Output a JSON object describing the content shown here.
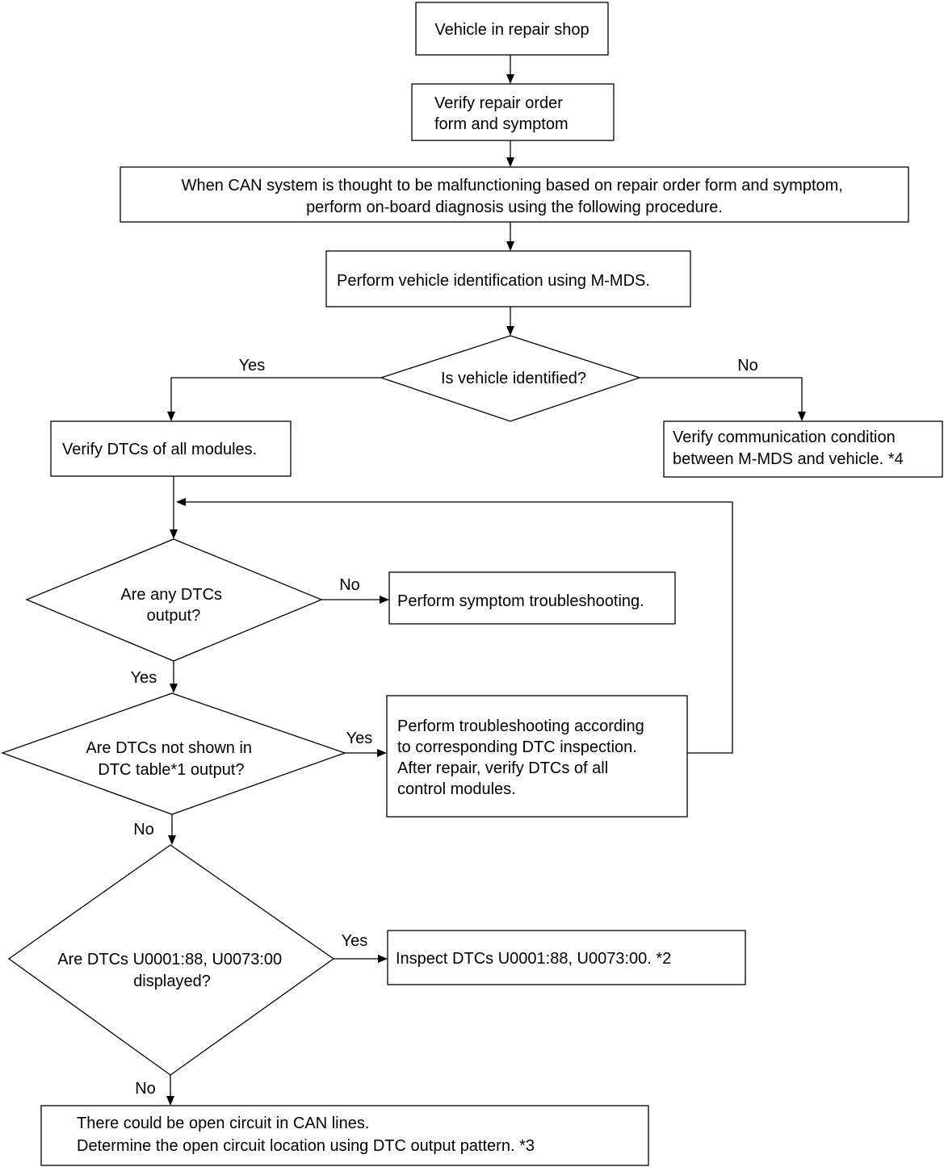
{
  "nodes": {
    "vehicle_in_shop": {
      "lines": [
        "Vehicle in repair shop"
      ]
    },
    "verify_repair_order": {
      "lines": [
        "Verify repair order",
        "form and symptom"
      ]
    },
    "can_malfunction": {
      "lines": [
        "When CAN system is thought to be malfunctioning based on repair order form and symptom,",
        "perform on-board diagnosis using the following procedure."
      ]
    },
    "vehicle_identification": {
      "lines": [
        "Perform vehicle identification using M-MDS."
      ]
    },
    "is_vehicle_identified": {
      "lines": [
        "Is vehicle identified?"
      ]
    },
    "verify_communication": {
      "lines": [
        "Verify communication condition",
        "between M-MDS and vehicle. *4"
      ]
    },
    "verify_dtcs_all": {
      "lines": [
        "Verify DTCs of all modules."
      ]
    },
    "any_dtcs_output": {
      "lines": [
        "Are any DTCs",
        "output?"
      ]
    },
    "symptom_troubleshooting": {
      "lines": [
        "Perform symptom troubleshooting."
      ]
    },
    "dtcs_not_in_table": {
      "lines": [
        "Are DTCs not shown in",
        "DTC table*1 output?"
      ]
    },
    "dtc_inspection": {
      "lines": [
        "Perform troubleshooting according",
        "to corresponding DTC inspection.",
        "After repair, verify DTCs of all",
        "control modules."
      ]
    },
    "u0001_displayed": {
      "lines": [
        "Are DTCs U0001:88, U0073:00",
        "displayed?"
      ]
    },
    "inspect_u0001": {
      "lines": [
        "Inspect DTCs U0001:88, U0073:00.  *2"
      ]
    },
    "open_circuit": {
      "lines": [
        "There could be open circuit in CAN lines.",
        "Determine the open circuit location using DTC output pattern.   *3"
      ]
    }
  },
  "labels": {
    "identified_yes": "Yes",
    "identified_no": "No",
    "any_dtcs_no": "No",
    "any_dtcs_yes": "Yes",
    "not_in_table_yes": "Yes",
    "not_in_table_no": "No",
    "u0001_yes": "Yes",
    "u0001_no": "No"
  }
}
